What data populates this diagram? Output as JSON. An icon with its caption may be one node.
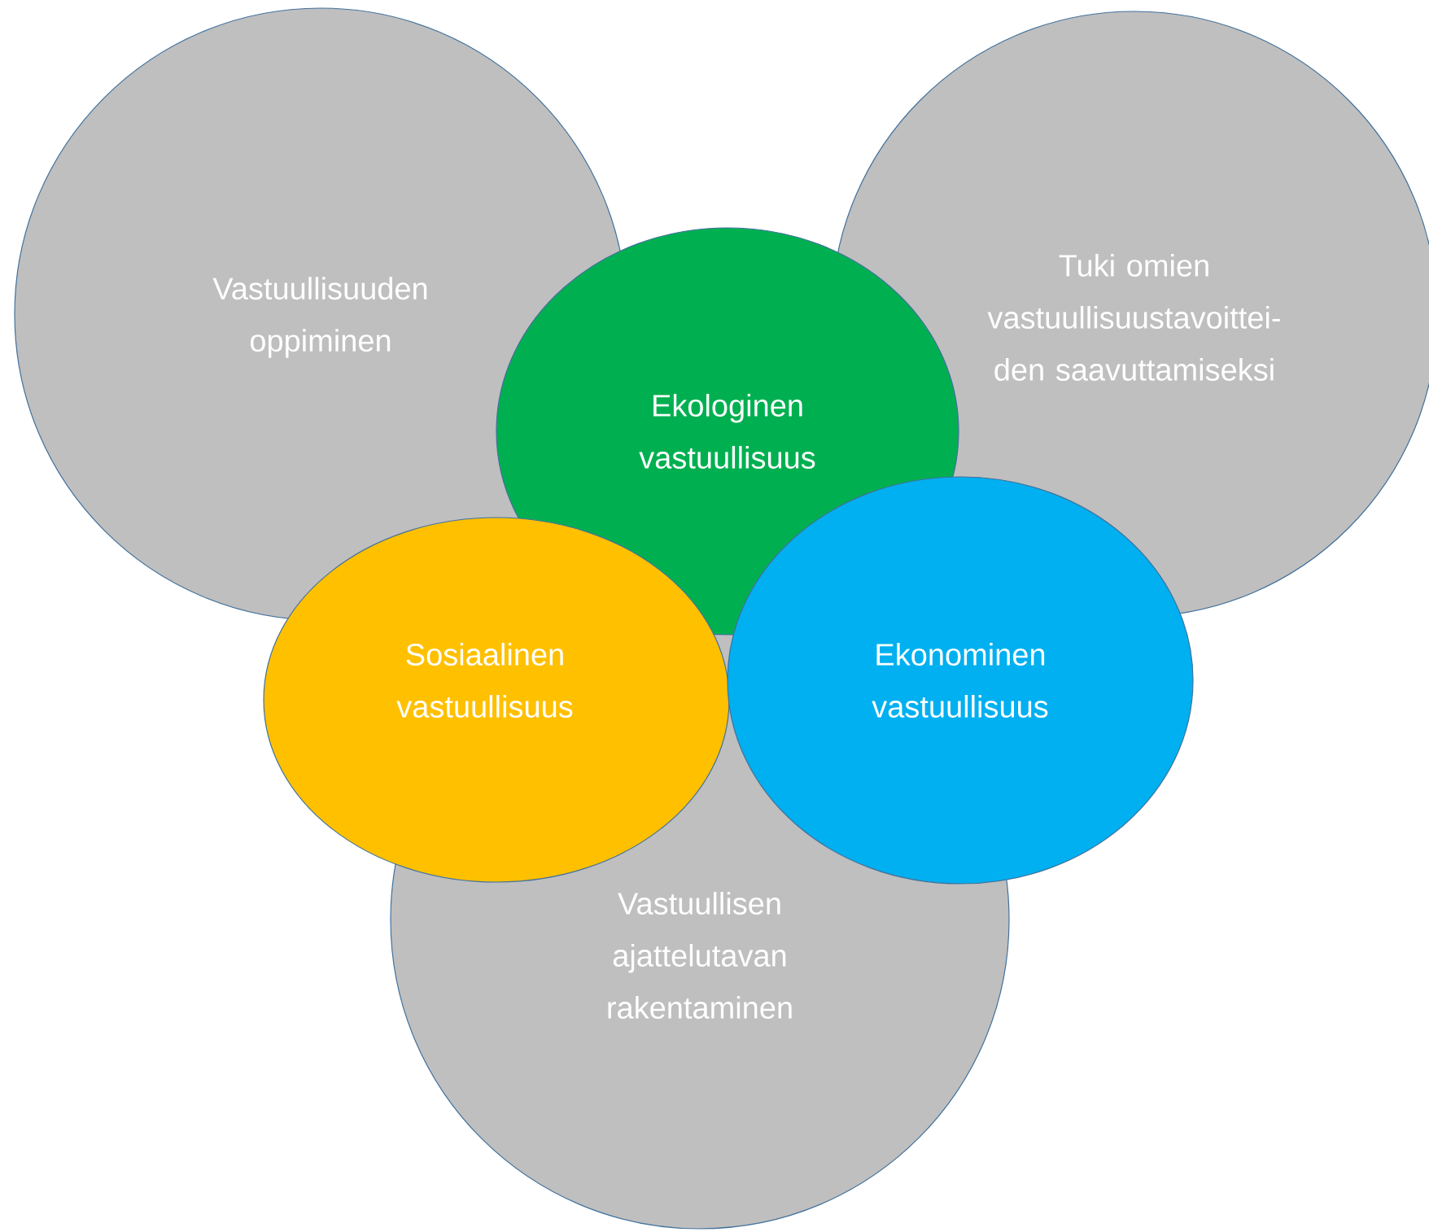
{
  "diagram": {
    "nodes": [
      {
        "text": [
          "Vastuullisuuden oppiminen"
        ]
      },
      {
        "text": [
          "Tuki omien vastuullisuustavoittei- den saavuttamiseksi"
        ]
      },
      {
        "text": [
          "Ekologinen vastuullisuus"
        ]
      },
      {
        "text": [
          "Sosiaalinen vastuullisuus"
        ]
      },
      {
        "text": [
          "Ekonominen vastuullisuus"
        ]
      },
      {
        "text": [
          "Vastuullisen ajattelutavan rakentaminen"
        ]
      }
    ]
  }
}
